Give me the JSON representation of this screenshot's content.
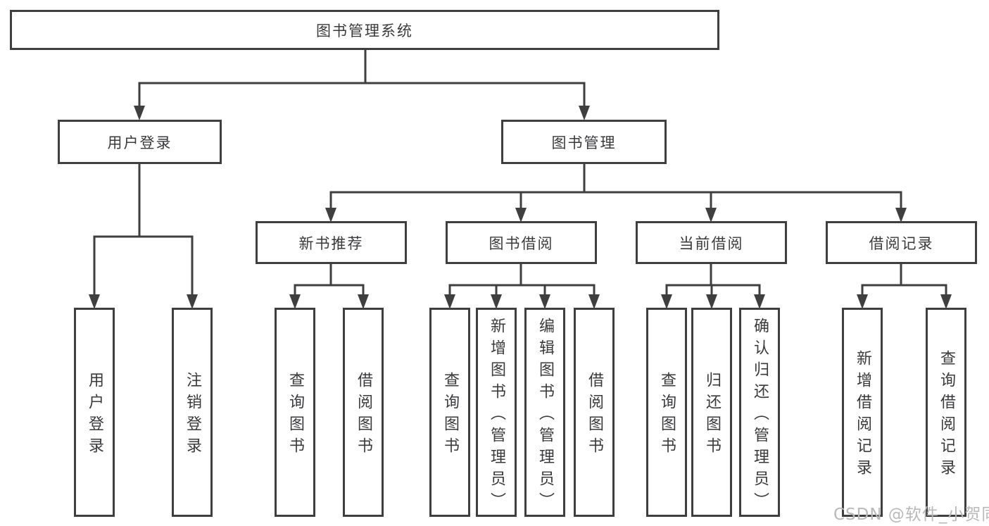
{
  "colors": {
    "line": "#3f3f3f",
    "text": "#3a3a3c",
    "watermark": "#b9b9b9",
    "background": "#ffffff"
  },
  "watermark": {
    "text": "CSDN @软件_小贺同学"
  },
  "tree": {
    "root": {
      "label": "图书管理系统",
      "children": [
        {
          "label": "用户登录",
          "children": [
            {
              "label": "用户登录"
            },
            {
              "label": "注销登录"
            }
          ]
        },
        {
          "label": "图书管理",
          "children": [
            {
              "label": "新书推荐",
              "children": [
                {
                  "label": "查询图书"
                },
                {
                  "label": "借阅图书"
                }
              ]
            },
            {
              "label": "图书借阅",
              "children": [
                {
                  "label": "查询图书"
                },
                {
                  "label": "新增图书（管理员）"
                },
                {
                  "label": "编辑图书（管理员）"
                },
                {
                  "label": "借阅图书"
                }
              ]
            },
            {
              "label": "当前借阅",
              "children": [
                {
                  "label": "查询图书"
                },
                {
                  "label": "归还图书"
                },
                {
                  "label": "确认归还（管理员）"
                }
              ]
            },
            {
              "label": "借阅记录",
              "children": [
                {
                  "label": "新增借阅记录"
                },
                {
                  "label": "查询借阅记录"
                }
              ]
            }
          ]
        }
      ]
    }
  }
}
